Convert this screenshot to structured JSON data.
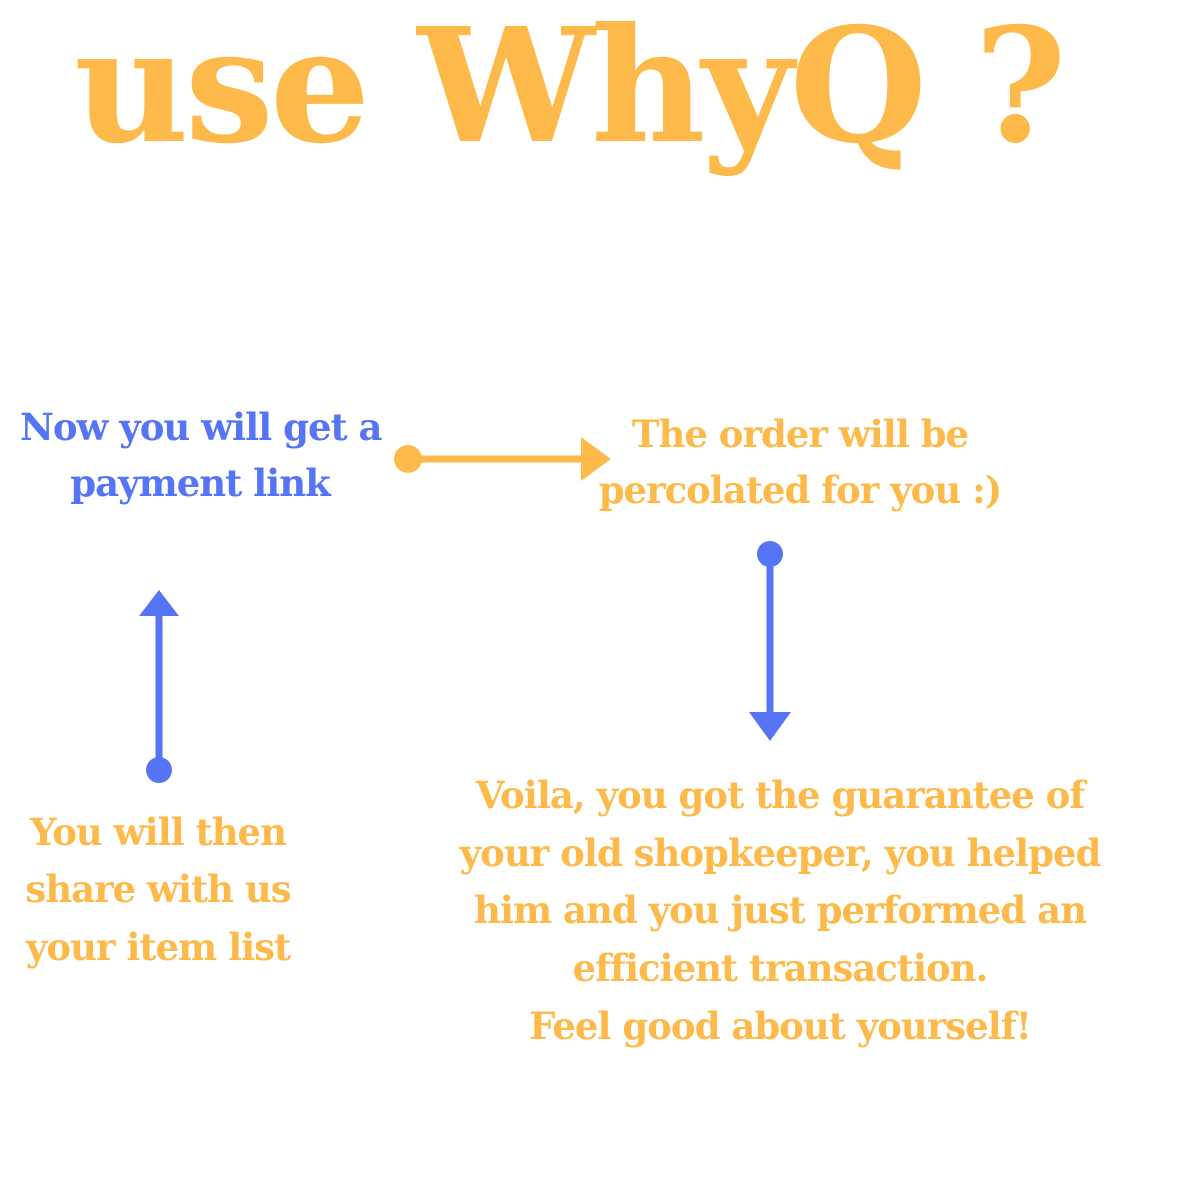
{
  "title": "use WhyQ ?",
  "colors": {
    "orange": "#fdba4a",
    "blue": "#5574f6",
    "background": "#ffffff"
  },
  "steps": {
    "payment_link": {
      "lines": [
        "Now you will get a",
        "payment link"
      ],
      "color": "#5574f6"
    },
    "order_percolated": {
      "lines": [
        "The order will be",
        "percolated for you :)"
      ],
      "color": "#fdba4a"
    },
    "share_list": {
      "lines": [
        "You will then",
        "share with us",
        "your item list"
      ],
      "color": "#fdba4a"
    },
    "voila": {
      "lines": [
        "Voila, you got the guarantee of",
        "your old shopkeeper, you helped",
        "him and you just performed an",
        "efficient transaction.",
        "Feel good about yourself!"
      ],
      "color": "#fdba4a"
    }
  },
  "connectors": [
    {
      "from": "share_list",
      "to": "payment_link",
      "color": "#5574f6"
    },
    {
      "from": "payment_link",
      "to": "order_percolated",
      "color": "#fdba4a"
    },
    {
      "from": "order_percolated",
      "to": "voila",
      "color": "#5574f6"
    }
  ]
}
